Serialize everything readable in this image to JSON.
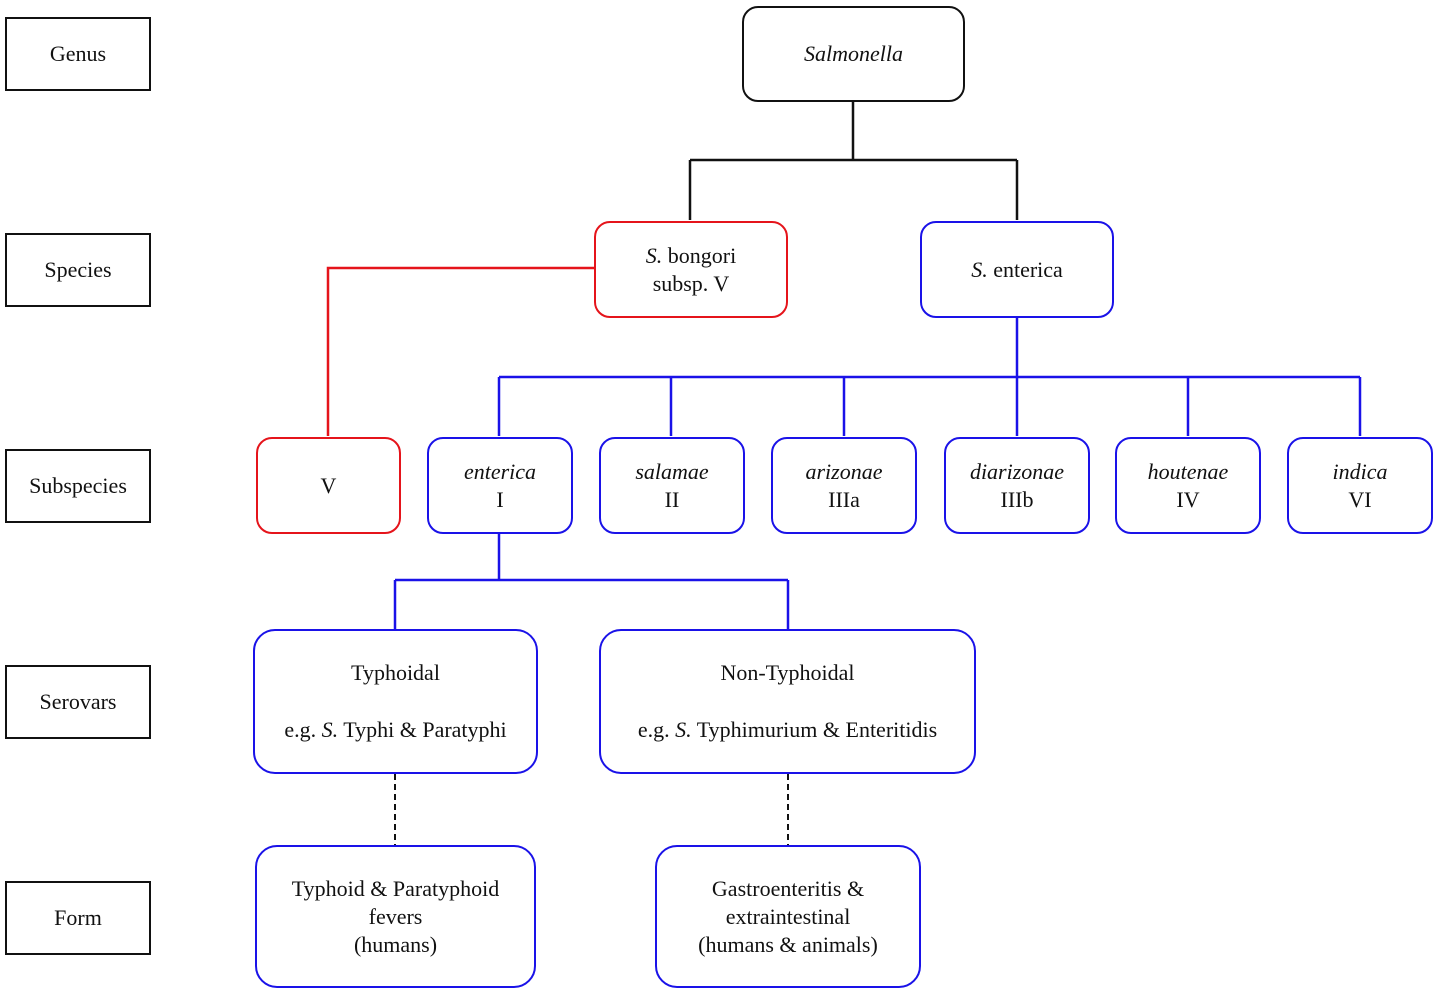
{
  "colors": {
    "black": "#111111",
    "red": "#e5141b",
    "blue": "#1a12e8"
  },
  "levels": {
    "genus": "Genus",
    "species": "Species",
    "subspecies": "Subspecies",
    "serovars": "Serovars",
    "form": "Form"
  },
  "genus": {
    "name": "Salmonella"
  },
  "species": {
    "bongori": {
      "abbr": "S.",
      "name": " bongori",
      "line2": "subsp. V"
    },
    "enterica": {
      "abbr": "S.",
      "name": " enterica"
    }
  },
  "subspecies": {
    "v": {
      "numeral": "V"
    },
    "enterica": {
      "name": "enterica",
      "numeral": "I"
    },
    "salamae": {
      "name": "salamae",
      "numeral": "II"
    },
    "arizonae": {
      "name": "arizonae",
      "numeral": "IIIa"
    },
    "diarizonae": {
      "name": "diarizonae",
      "numeral": "IIIb"
    },
    "houtenae": {
      "name": "houtenae",
      "numeral": "IV"
    },
    "indica": {
      "name": "indica",
      "numeral": "VI"
    }
  },
  "serovars": {
    "typhoidal": {
      "title": "Typhoidal",
      "example_prefix": "e.g. ",
      "example_abbr": "S.",
      "example_rest": " Typhi & Paratyphi"
    },
    "non_typhoidal": {
      "title": "Non-Typhoidal",
      "example_prefix": "e.g. ",
      "example_abbr": "S.",
      "example_rest": " Typhimurium & Enteritidis"
    }
  },
  "forms": {
    "typhoid": {
      "line1": "Typhoid & Paratyphoid",
      "line2": "fevers",
      "line3": "(humans)"
    },
    "gastro": {
      "line1": "Gastroenteritis &",
      "line2": "extraintestinal",
      "line3": "(humans & animals)"
    }
  }
}
